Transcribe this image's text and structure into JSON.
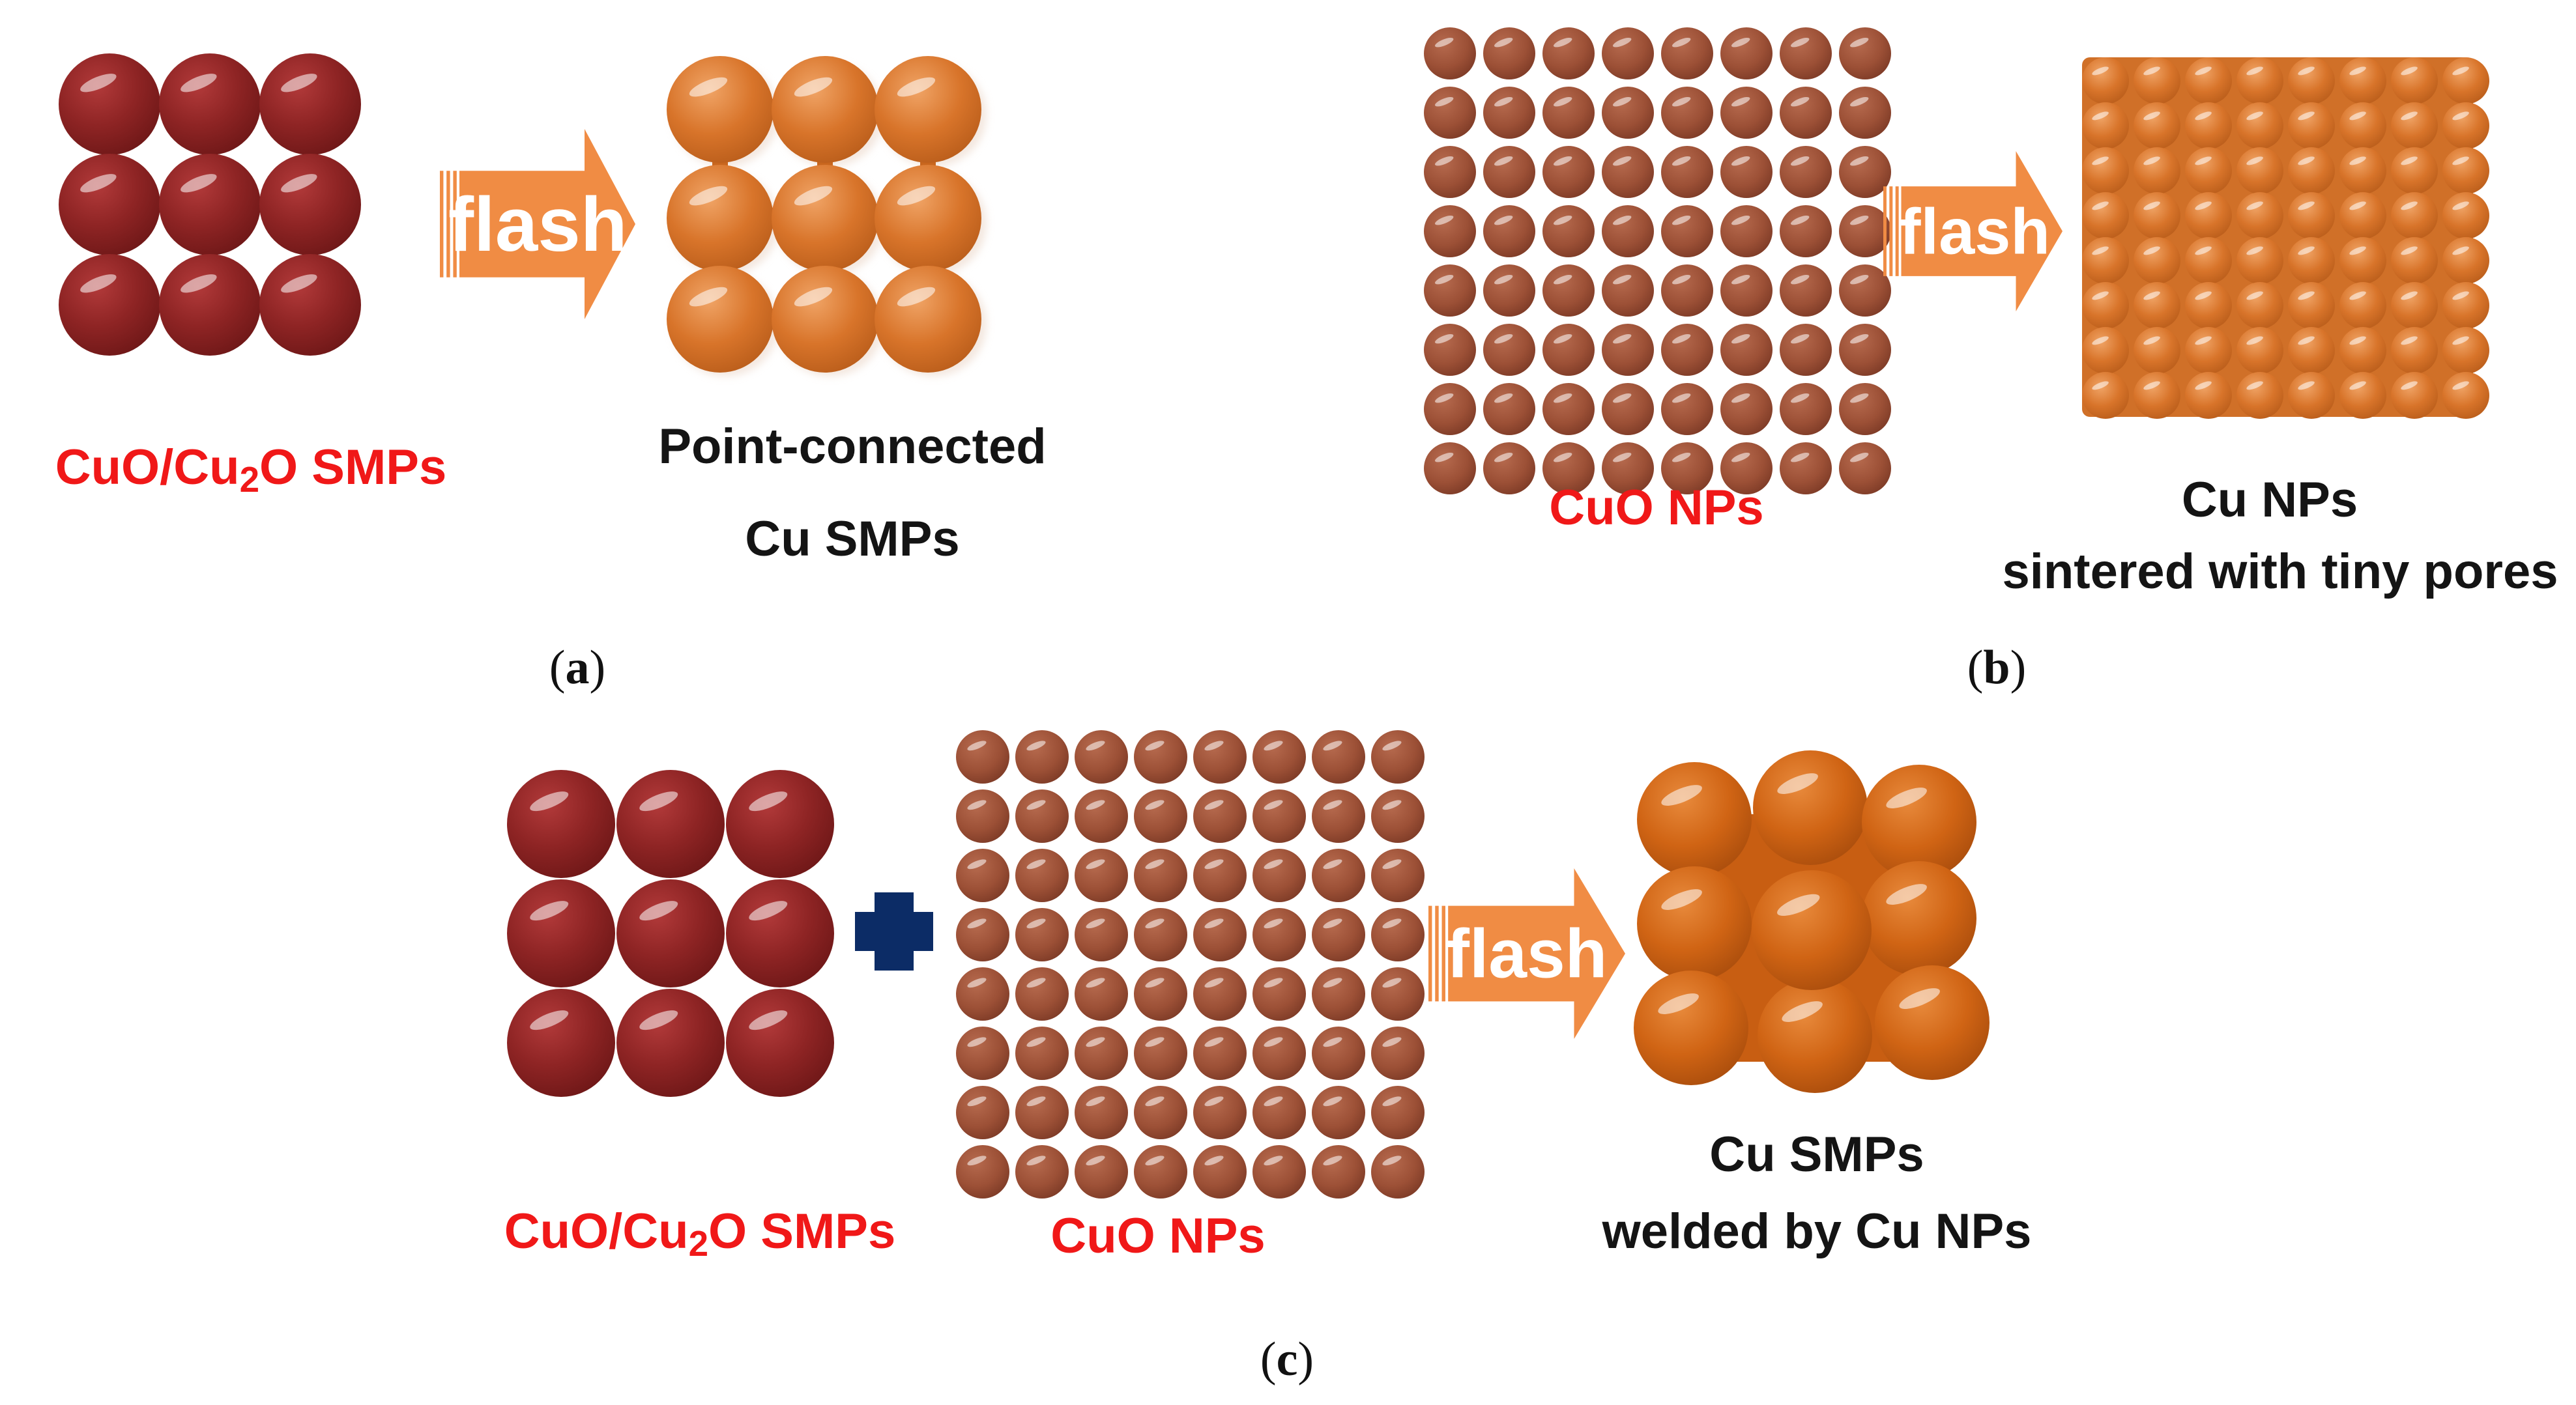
{
  "panels": {
    "a": {
      "caption_letter": "a",
      "flash_label": "flash",
      "input_label_pre": "CuO/Cu",
      "input_label_sub": "2",
      "input_label_post": "O SMPs",
      "output_label_line1": "Point-connected",
      "output_label_line2": "Cu SMPs"
    },
    "b": {
      "caption_letter": "b",
      "flash_label": "flash",
      "input_label": "CuO NPs",
      "output_label_line1": "Cu NPs",
      "output_label_line2": "sintered with tiny pores"
    },
    "c": {
      "caption_letter": "c",
      "flash_label": "flash",
      "input1_label_pre": "CuO/Cu",
      "input1_label_sub": "2",
      "input1_label_post": "O SMPs",
      "input2_label": "CuO NPs",
      "output_label_line1": "Cu SMPs",
      "output_label_line2": "welded by Cu NPs"
    }
  },
  "colors": {
    "cuo_smp": "#8e2424",
    "cuo_np": "#9c5036",
    "cu_particle": "#d8742a",
    "cu_particle_dark": "#c45e10",
    "arrow": "#f08c44",
    "plus": "#0c2c66",
    "label_red": "#f01818",
    "label_black": "#141414"
  },
  "icons": {
    "arrow": "right-arrow-icon",
    "plus": "plus-icon"
  }
}
